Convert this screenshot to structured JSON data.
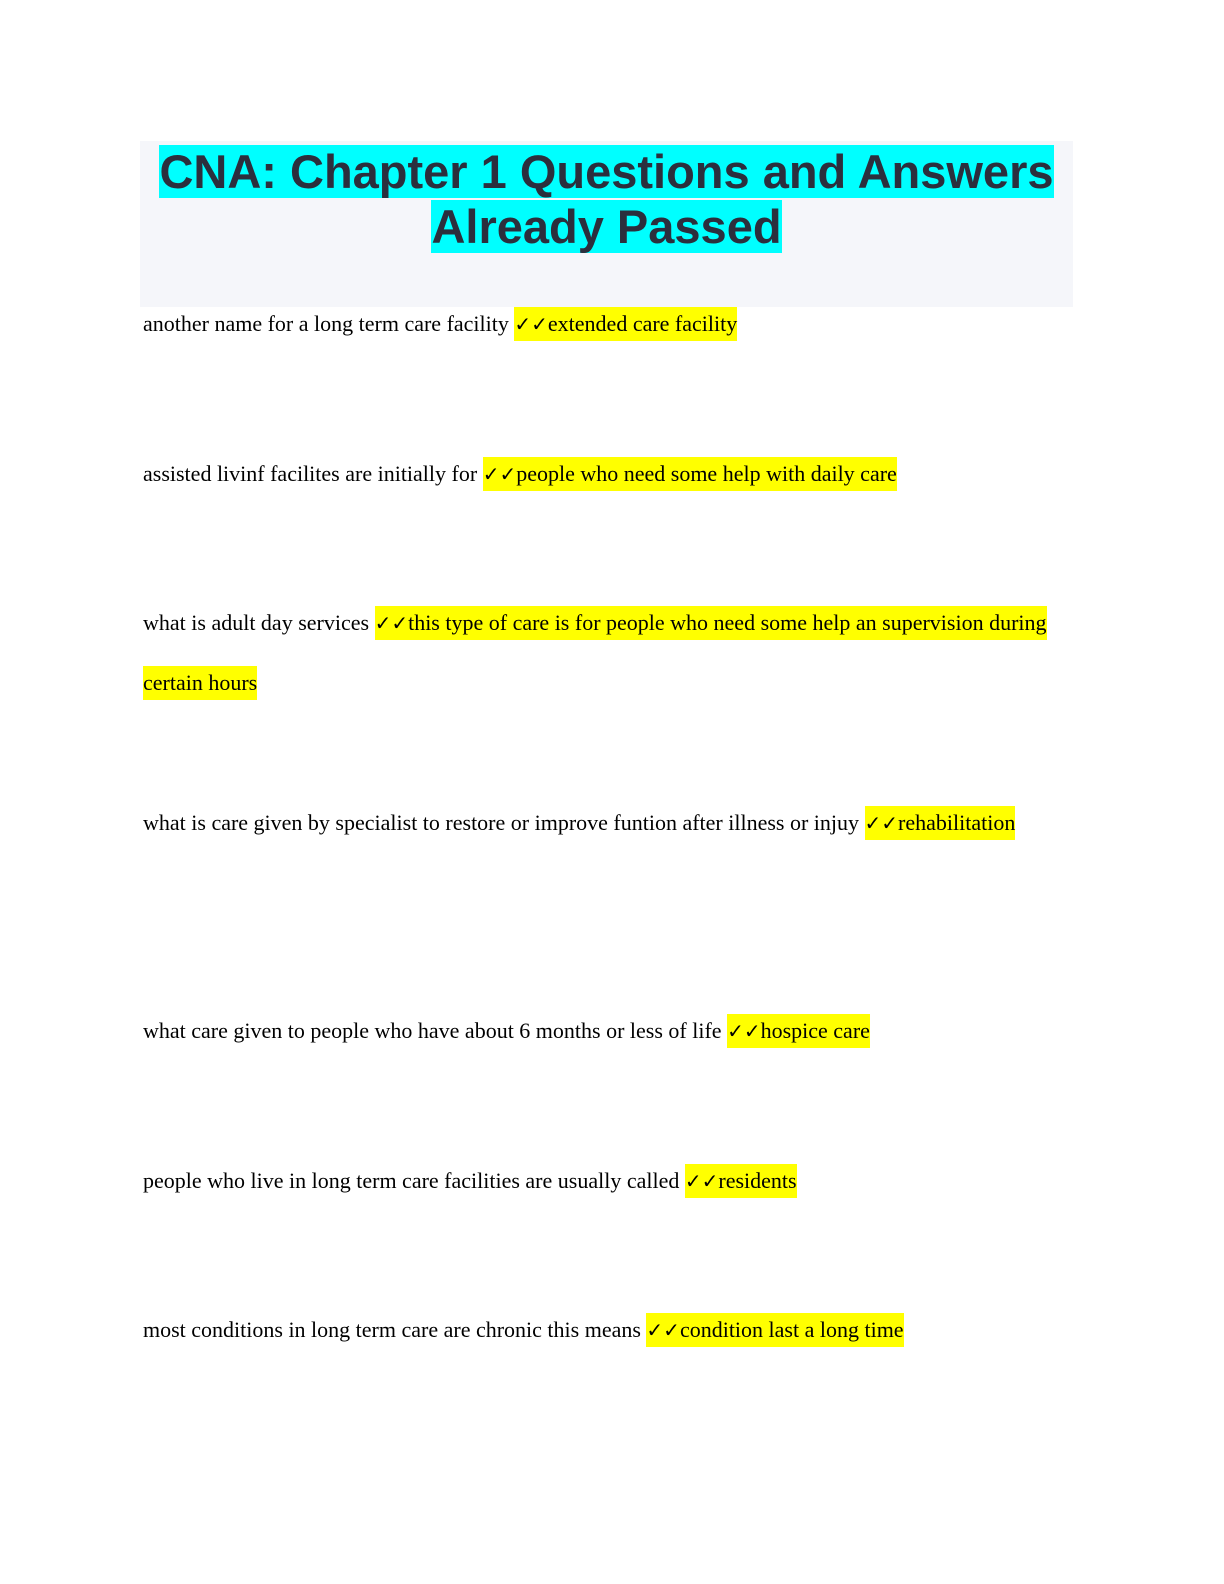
{
  "document": {
    "title": "CNA: Chapter 1 Questions and Answers Already Passed",
    "check_mark": "✓✓",
    "items": [
      {
        "question": "another name for a long term care facility",
        "answer": "extended care facility"
      },
      {
        "question": "assisted livinf facilites are initially for",
        "answer": "people who need some help with daily care"
      },
      {
        "question": "what is adult day services",
        "answer": "this type of care is for people who need some help an supervision during certain hours"
      },
      {
        "question": "what is care given by specialist to restore or improve funtion after illness or injuy",
        "answer": "rehabilitation"
      },
      {
        "question": "what care given to people who have about 6 months or less of life",
        "answer": "hospice care"
      },
      {
        "question": "people who live in long term care facilities are usually called",
        "answer": "residents"
      },
      {
        "question": "most conditions in long term care are chronic this means",
        "answer": "condition last a long time"
      }
    ]
  }
}
